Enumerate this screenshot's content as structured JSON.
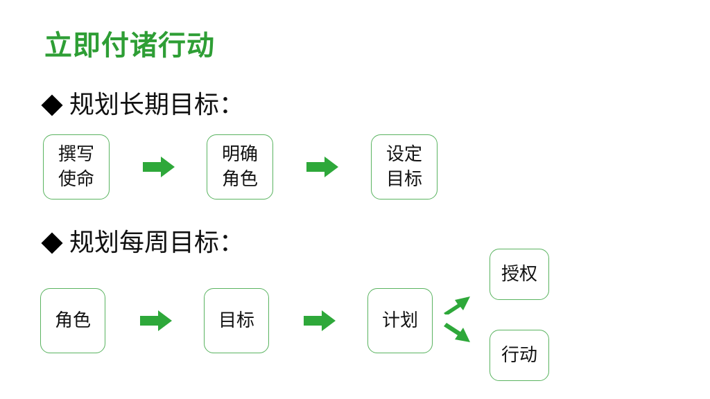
{
  "title": "立即付诸行动",
  "section1": {
    "heading": "规划长期目标：",
    "steps": [
      {
        "line1": "撰写",
        "line2": "使命"
      },
      {
        "line1": "明确",
        "line2": "角色"
      },
      {
        "line1": "设定",
        "line2": "目标"
      }
    ]
  },
  "section2": {
    "heading": "规划每周目标：",
    "steps": [
      "角色",
      "目标",
      "计划"
    ],
    "branches": [
      "授权",
      "行动"
    ]
  },
  "colors": {
    "accent": "#2e9e35",
    "box_border": "#59b35f",
    "arrow": "#2ea83a"
  }
}
